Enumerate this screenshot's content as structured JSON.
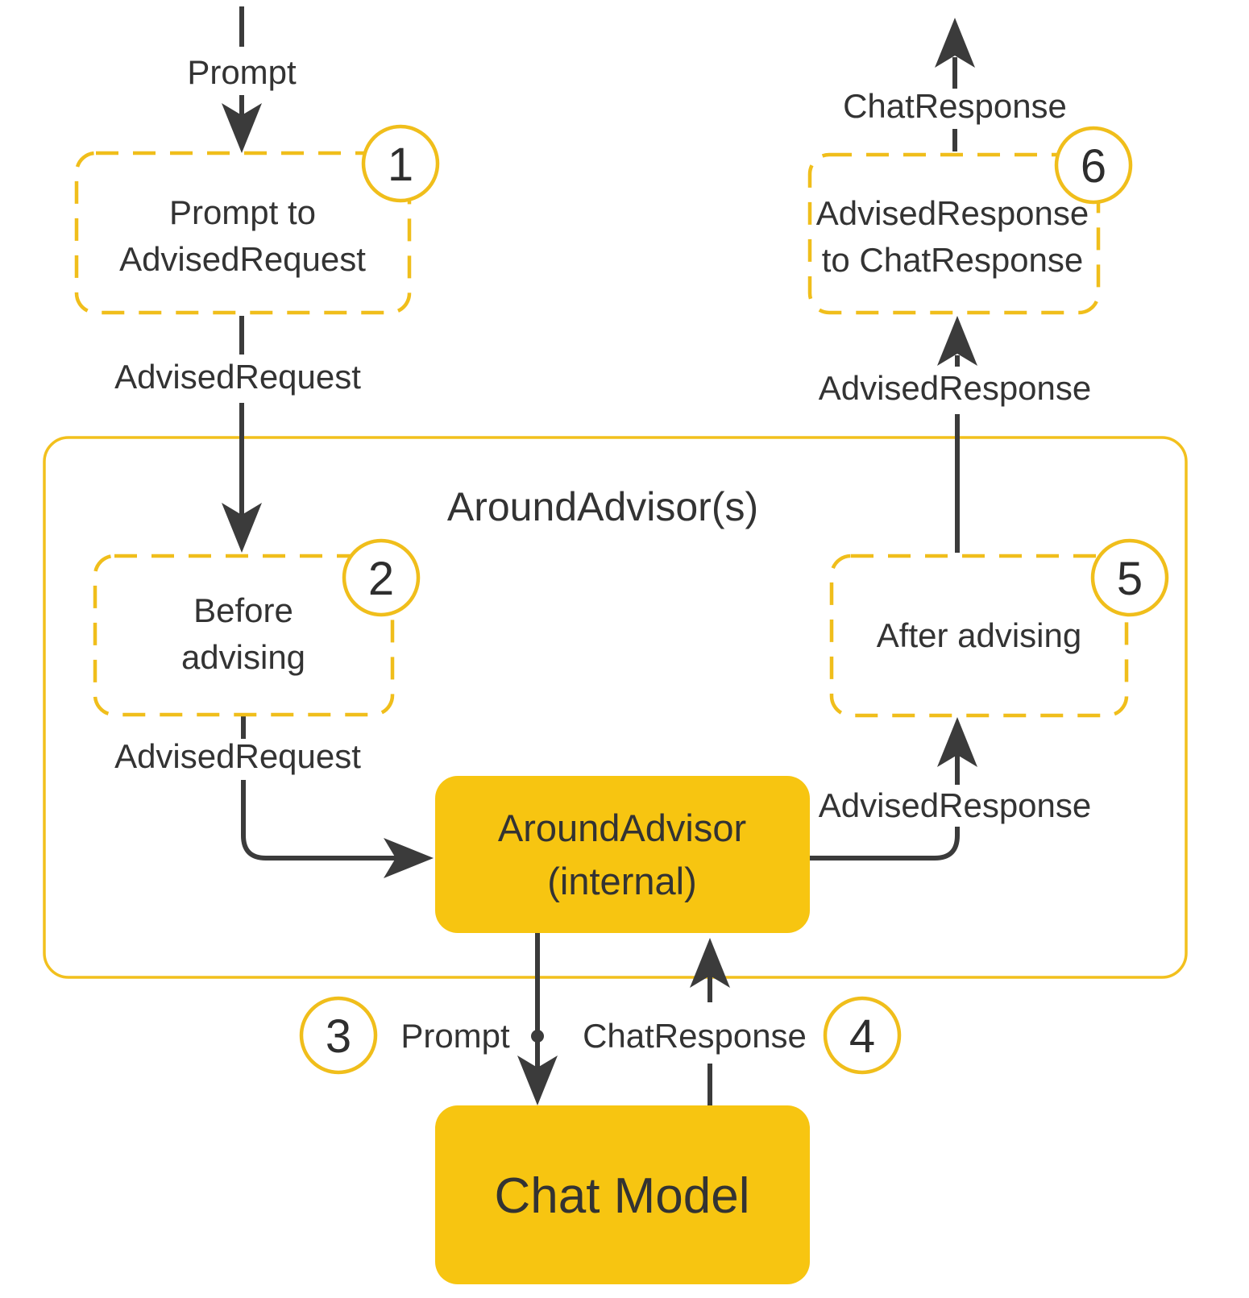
{
  "diagram": {
    "title": "AroundAdvisor(s)",
    "colors": {
      "accent_fill": "#F7C511",
      "accent_stroke": "#F0BE1B",
      "arrow_ink": "#3B3B3B",
      "text_ink": "#333333",
      "background": "#FFFFFF"
    },
    "nodes": {
      "prompt_to_advised_request": {
        "badge": "1",
        "line1": "Prompt to",
        "line2": "AdvisedRequest"
      },
      "before_advising": {
        "badge": "2",
        "line1": "Before",
        "line2": "advising"
      },
      "after_advising": {
        "badge": "5",
        "label": "After advising"
      },
      "advised_response_to_chat_response": {
        "badge": "6",
        "line1": "AdvisedResponse",
        "line2": "to ChatResponse"
      },
      "around_advisor_internal": {
        "line1": "AroundAdvisor",
        "line2": "(internal)"
      },
      "chat_model": {
        "label": "Chat Model"
      }
    },
    "badges": {
      "prompt_step": "3",
      "chat_response_step": "4"
    },
    "edge_labels": {
      "prompt_in": "Prompt",
      "advised_request_to_advisors": "AdvisedRequest",
      "advised_request_internal": "AdvisedRequest",
      "advised_response_internal": "AdvisedResponse",
      "advised_response_out": "AdvisedResponse",
      "chat_response_out": "ChatResponse",
      "prompt_to_chat_model": "Prompt",
      "chat_response_from_chat_model": "ChatResponse"
    }
  }
}
